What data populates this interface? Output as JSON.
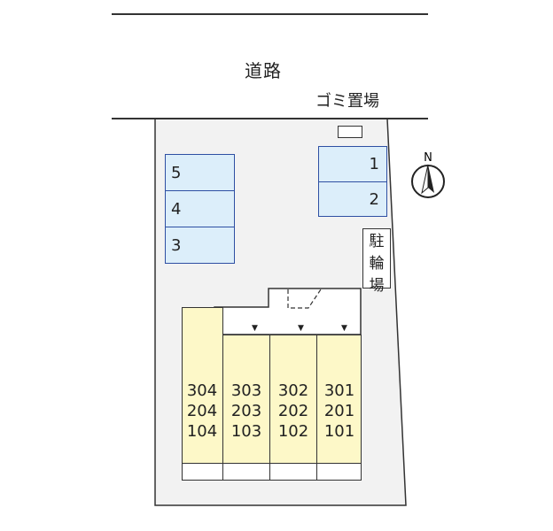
{
  "road": {
    "label": "道路"
  },
  "trash": {
    "label": "ゴミ置場"
  },
  "bike_parking": {
    "label": [
      "駐",
      "輪",
      "場"
    ]
  },
  "compass": {
    "label": "N"
  },
  "parking_left": [
    "5",
    "4",
    "3"
  ],
  "parking_right": [
    "1",
    "2"
  ],
  "units": [
    {
      "floors": [
        "304",
        "204",
        "104"
      ]
    },
    {
      "floors": [
        "303",
        "203",
        "103"
      ]
    },
    {
      "floors": [
        "302",
        "202",
        "102"
      ]
    },
    {
      "floors": [
        "301",
        "201",
        "101"
      ]
    }
  ],
  "colors": {
    "parking_fill": "#dceefa",
    "parking_border": "#2e4fa3",
    "unit_fill": "#fdf8c8",
    "site_fill": "#f2f2f2"
  }
}
